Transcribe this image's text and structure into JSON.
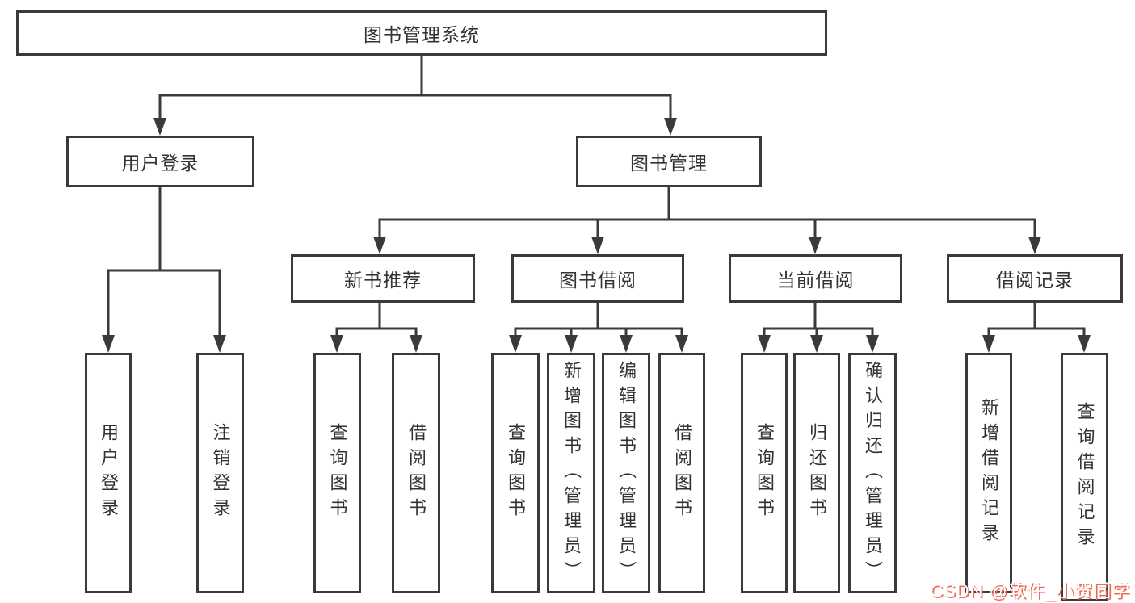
{
  "diagram": {
    "root": {
      "label": "图书管理系统"
    },
    "children": [
      {
        "label": "用户登录",
        "children": [
          {
            "label": "用户登录"
          },
          {
            "label": "注销登录"
          }
        ]
      },
      {
        "label": "图书管理",
        "children": [
          {
            "label": "新书推荐",
            "children": [
              {
                "label": "查询图书"
              },
              {
                "label": "借阅图书"
              }
            ]
          },
          {
            "label": "图书借阅",
            "children": [
              {
                "label": "查询图书"
              },
              {
                "label": "新增图书（管理员）"
              },
              {
                "label": "编辑图书（管理员）"
              },
              {
                "label": "借阅图书"
              }
            ]
          },
          {
            "label": "当前借阅",
            "children": [
              {
                "label": "查询图书"
              },
              {
                "label": "归还图书"
              },
              {
                "label": "确认归还（管理员）"
              }
            ]
          },
          {
            "label": "借阅记录",
            "children": [
              {
                "label": "新增借阅记录"
              },
              {
                "label": "查询借阅记录"
              }
            ]
          }
        ]
      }
    ]
  },
  "watermark": {
    "text": "CSDN @软件_小贺同学"
  },
  "colors": {
    "line": "#3a3a3a",
    "text": "#333333",
    "background": "#ffffff",
    "watermark_fill": "#ffffff",
    "watermark_shadow": "#ef6a50"
  }
}
